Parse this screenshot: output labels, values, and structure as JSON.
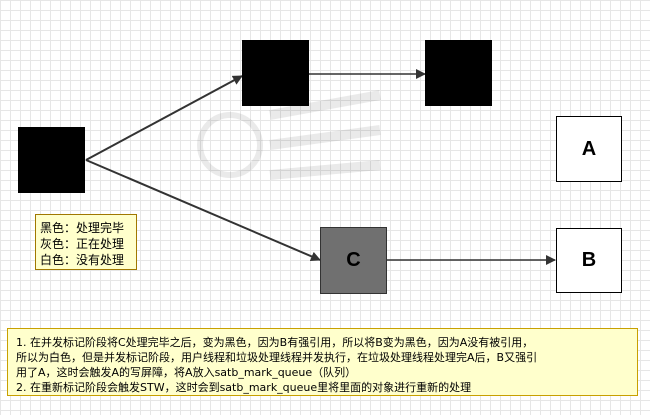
{
  "nodes": {
    "root": {
      "color": "black"
    },
    "top_middle": {
      "color": "black"
    },
    "top_right": {
      "color": "black"
    },
    "c": {
      "label": "C",
      "color": "gray"
    },
    "a": {
      "label": "A",
      "color": "white"
    },
    "b": {
      "label": "B",
      "color": "white"
    }
  },
  "edges": [
    {
      "from": "root",
      "to": "top_middle"
    },
    {
      "from": "top_middle",
      "to": "top_right"
    },
    {
      "from": "root",
      "to": "c"
    },
    {
      "from": "c",
      "to": "b"
    }
  ],
  "legend": {
    "line1": "黑色：处理完毕",
    "line2": "灰色：正在处理",
    "line3": "白色：没有处理"
  },
  "notes": {
    "line1": "1. 在并发标记阶段将C处理完毕之后，变为黑色，因为B有强引用，所以将B变为黑色，因为A没有被引用，",
    "line2": "所以为白色，但是并发标记阶段，用户线程和垃圾处理线程并发执行，在垃圾处理线程处理完A后，B又强引",
    "line3": "用了A，这时会触发A的写屏障，将A放入satb_mark_queue（队列）",
    "line4": "2. 在重新标记阶段会触发STW，这时会到satb_mark_queue里将里面的对象进行重新的处理"
  },
  "colors": {
    "black": "#000000",
    "gray": "#707070",
    "white": "#ffffff",
    "note_bg": "#ffffcc",
    "edge": "#333333"
  }
}
